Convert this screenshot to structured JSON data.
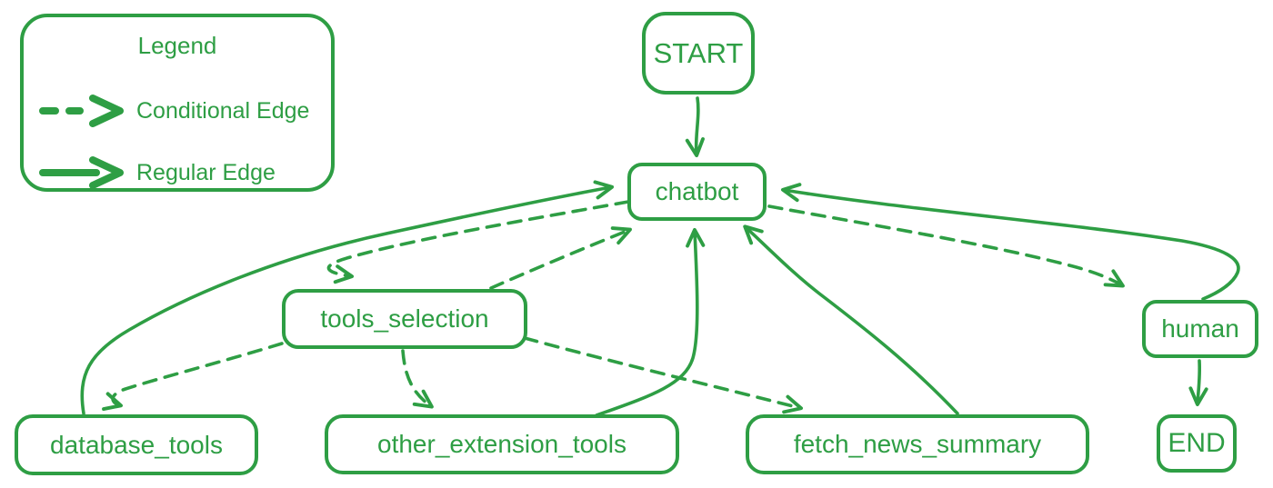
{
  "palette": {
    "green": "#2e9e44",
    "background": "#ffffff"
  },
  "legend": {
    "title": "Legend",
    "items": [
      {
        "type": "conditional",
        "label": "Conditional Edge"
      },
      {
        "type": "regular",
        "label": "Regular Edge"
      }
    ]
  },
  "nodes": {
    "start": {
      "label": "START"
    },
    "chatbot": {
      "label": "chatbot"
    },
    "tools": {
      "label": "tools_selection"
    },
    "db": {
      "label": "database_tools"
    },
    "other": {
      "label": "other_extension_tools"
    },
    "fetch": {
      "label": "fetch_news_summary"
    },
    "human": {
      "label": "human"
    },
    "end": {
      "label": "END"
    }
  },
  "edges": [
    {
      "from": "START",
      "to": "chatbot",
      "type": "regular"
    },
    {
      "from": "database_tools",
      "to": "chatbot",
      "type": "regular"
    },
    {
      "from": "other_extension_tools",
      "to": "chatbot",
      "type": "regular"
    },
    {
      "from": "fetch_news_summary",
      "to": "chatbot",
      "type": "regular"
    },
    {
      "from": "human",
      "to": "chatbot",
      "type": "regular"
    },
    {
      "from": "human",
      "to": "END",
      "type": "regular"
    },
    {
      "from": "chatbot",
      "to": "tools_selection",
      "type": "conditional"
    },
    {
      "from": "tools_selection",
      "to": "chatbot",
      "type": "conditional"
    },
    {
      "from": "tools_selection",
      "to": "database_tools",
      "type": "conditional"
    },
    {
      "from": "tools_selection",
      "to": "other_extension_tools",
      "type": "conditional"
    },
    {
      "from": "tools_selection",
      "to": "fetch_news_summary",
      "type": "conditional"
    },
    {
      "from": "chatbot",
      "to": "human",
      "type": "conditional"
    }
  ]
}
